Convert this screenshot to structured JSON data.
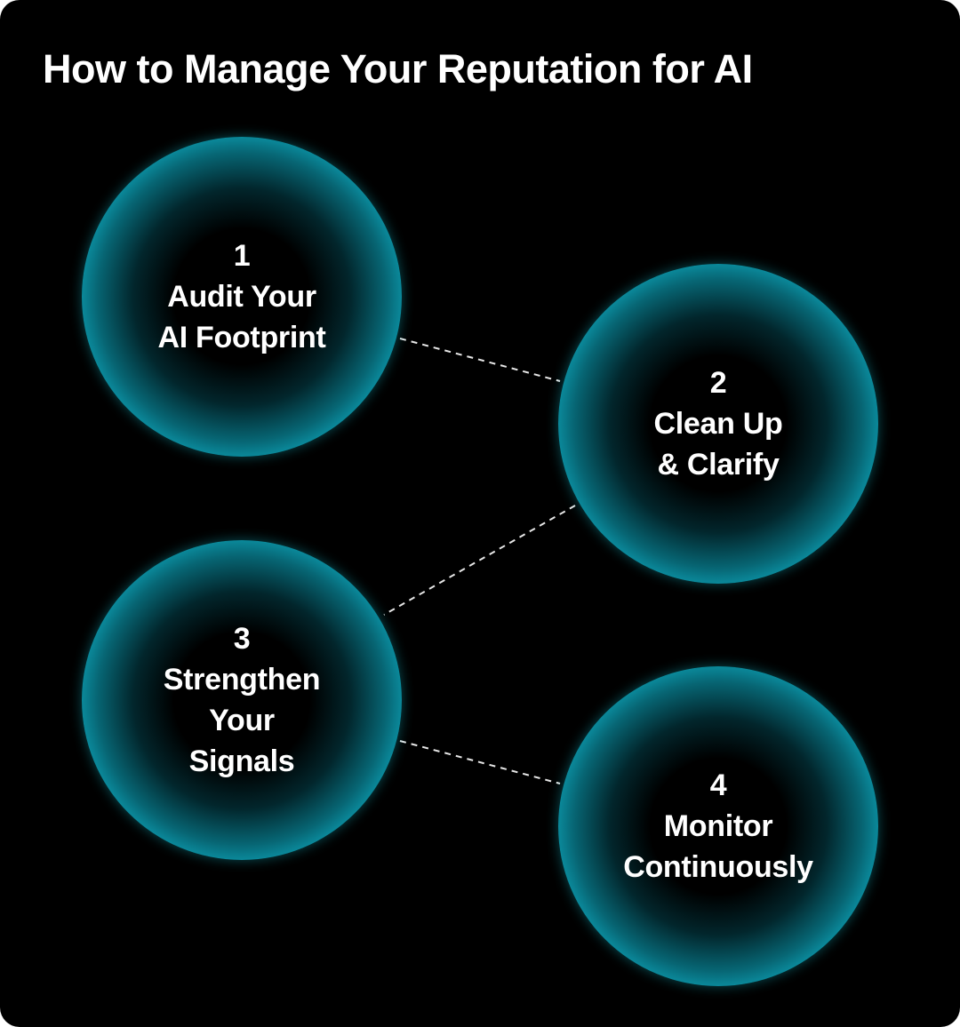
{
  "title": "How to Manage Your Reputation for AI",
  "colors": {
    "background": "#000000",
    "text": "#ffffff",
    "glow": "#19e0f4",
    "connector": "#e6e6e6"
  },
  "steps": [
    {
      "number": "1",
      "lines": [
        "Audit Your",
        "AI Footprint"
      ]
    },
    {
      "number": "2",
      "lines": [
        "Clean Up",
        "& Clarify"
      ]
    },
    {
      "number": "3",
      "lines": [
        "Strengthen",
        "Your",
        "Signals"
      ]
    },
    {
      "number": "4",
      "lines": [
        "Monitor",
        "Continuously"
      ]
    }
  ],
  "connections": [
    {
      "from": "1",
      "to": "2"
    },
    {
      "from": "2",
      "to": "3"
    },
    {
      "from": "3",
      "to": "4"
    }
  ]
}
